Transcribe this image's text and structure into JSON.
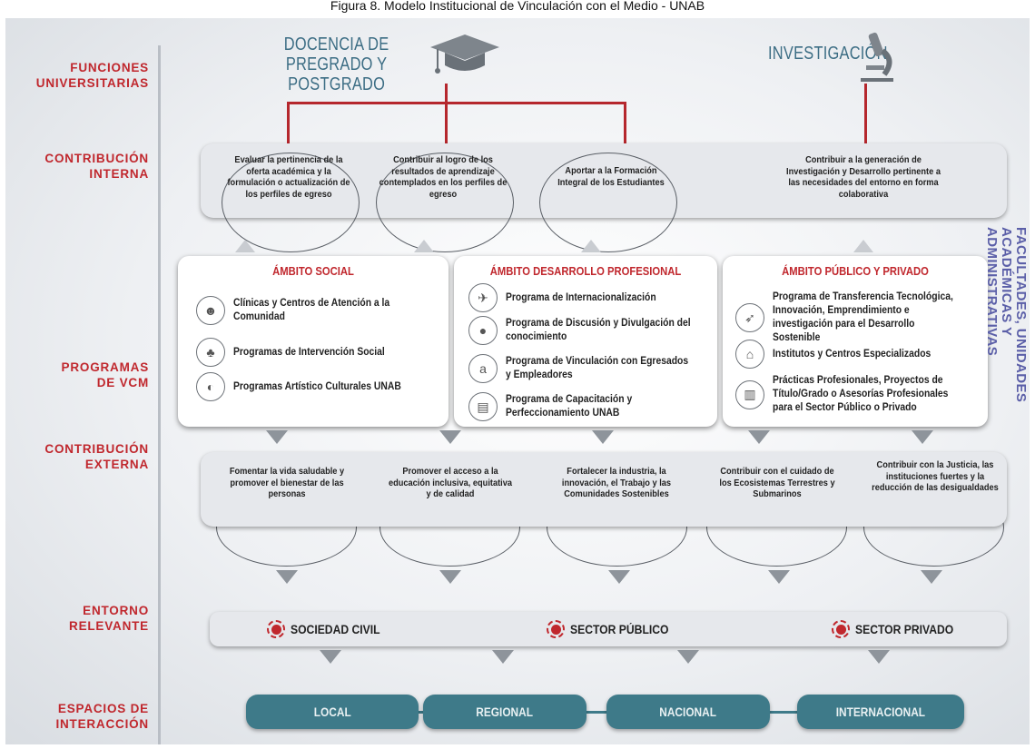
{
  "caption": "Figura 8. Modelo Institucional de Vinculación con el Medio - UNAB",
  "colors": {
    "accent_red": "#c0272d",
    "teal": "#3e7a89",
    "side_purple": "#5b5fa8",
    "function_blue": "#3c6d84"
  },
  "rows": {
    "funciones": "FUNCIONES\nUNIVERSITARIAS",
    "interna": "CONTRIBUCIÓN\nINTERNA",
    "programas": "PROGRAMAS\nDE VCM",
    "externa": "CONTRIBUCIÓN\nEXTERNA",
    "entorno": "ENTORNO\nRELEVANTE",
    "espacios": "ESPACIOS DE\nINTERACCIÓN"
  },
  "functions": {
    "docencia": "DOCENCIA DE\nPREGRADO Y POSTGRADO",
    "docencia_icon": "graduation-cap-icon",
    "investigacion": "INVESTIGACIÓN",
    "investigacion_icon": "microscope-icon"
  },
  "internal_contributions": [
    "Evaluar la pertinencia de la oferta académica y la formulación o actualización de los perfiles de egreso",
    "Contribuir al logro de los resultados de aprendizaje contemplados en los perfiles de egreso",
    "Aportar a la Formación Integral de los Estudiantes",
    "Contribuir a la generación de Investigación y Desarrollo pertinente a las necesidades del entorno en forma colaborativa"
  ],
  "areas": [
    {
      "title": "ÁMBITO SOCIAL",
      "programs": [
        {
          "icon": "community-icon",
          "label": "Clínicas y Centros de Atención a la Comunidad"
        },
        {
          "icon": "social-intervention-icon",
          "label": "Programas de Intervención Social"
        },
        {
          "icon": "theater-masks-icon",
          "label": "Programas Artístico Culturales UNAB"
        }
      ]
    },
    {
      "title": "ÁMBITO DESARROLLO PROFESIONAL",
      "programs": [
        {
          "icon": "airplane-icon",
          "label": "Programa de Internacionalización"
        },
        {
          "icon": "speaker-icon",
          "label": "Programa de Discusión y Divulgación del conocimiento"
        },
        {
          "icon": "letter-a-icon",
          "label": "Programa de Vinculación con Egresados y Empleadores"
        },
        {
          "icon": "certificate-icon",
          "label": "Programa de Capacitación y Perfeccionamiento UNAB"
        }
      ]
    },
    {
      "title": "ÁMBITO PÚBLICO Y PRIVADO",
      "programs": [
        {
          "icon": "rocket-icon",
          "label": "Programa de Transferencia Tecnológica, Innovación, Emprendimiento e investigación para el Desarrollo Sostenible"
        },
        {
          "icon": "institution-icon",
          "label": "Institutos y Centros Especializados"
        },
        {
          "icon": "briefcase-icon",
          "label": "Prácticas Profesionales, Proyectos de Título/Grado o Asesorías Profesionales para el Sector Público o Privado"
        }
      ]
    }
  ],
  "side_label": "FACULTADES, UNIDADES\nACADÉMICAS Y ADMINISTRATIVAS",
  "external_contributions": [
    "Fomentar la vida saludable y promover el bienestar de las personas",
    "Promover el acceso a la educación inclusiva, equitativa y de calidad",
    "Fortalecer la industria, la innovación, el Trabajo y las Comunidades Sostenibles",
    "Contribuir con el cuidado de los Ecosistemas Terrestres y Submarinos",
    "Contribuir con la Justicia, las instituciones fuertes y la reducción de las desigualdades"
  ],
  "environment": [
    "SOCIEDAD CIVIL",
    "SECTOR PÚBLICO",
    "SECTOR PRIVADO"
  ],
  "spaces": [
    "LOCAL",
    "REGIONAL",
    "NACIONAL",
    "INTERNACIONAL"
  ]
}
